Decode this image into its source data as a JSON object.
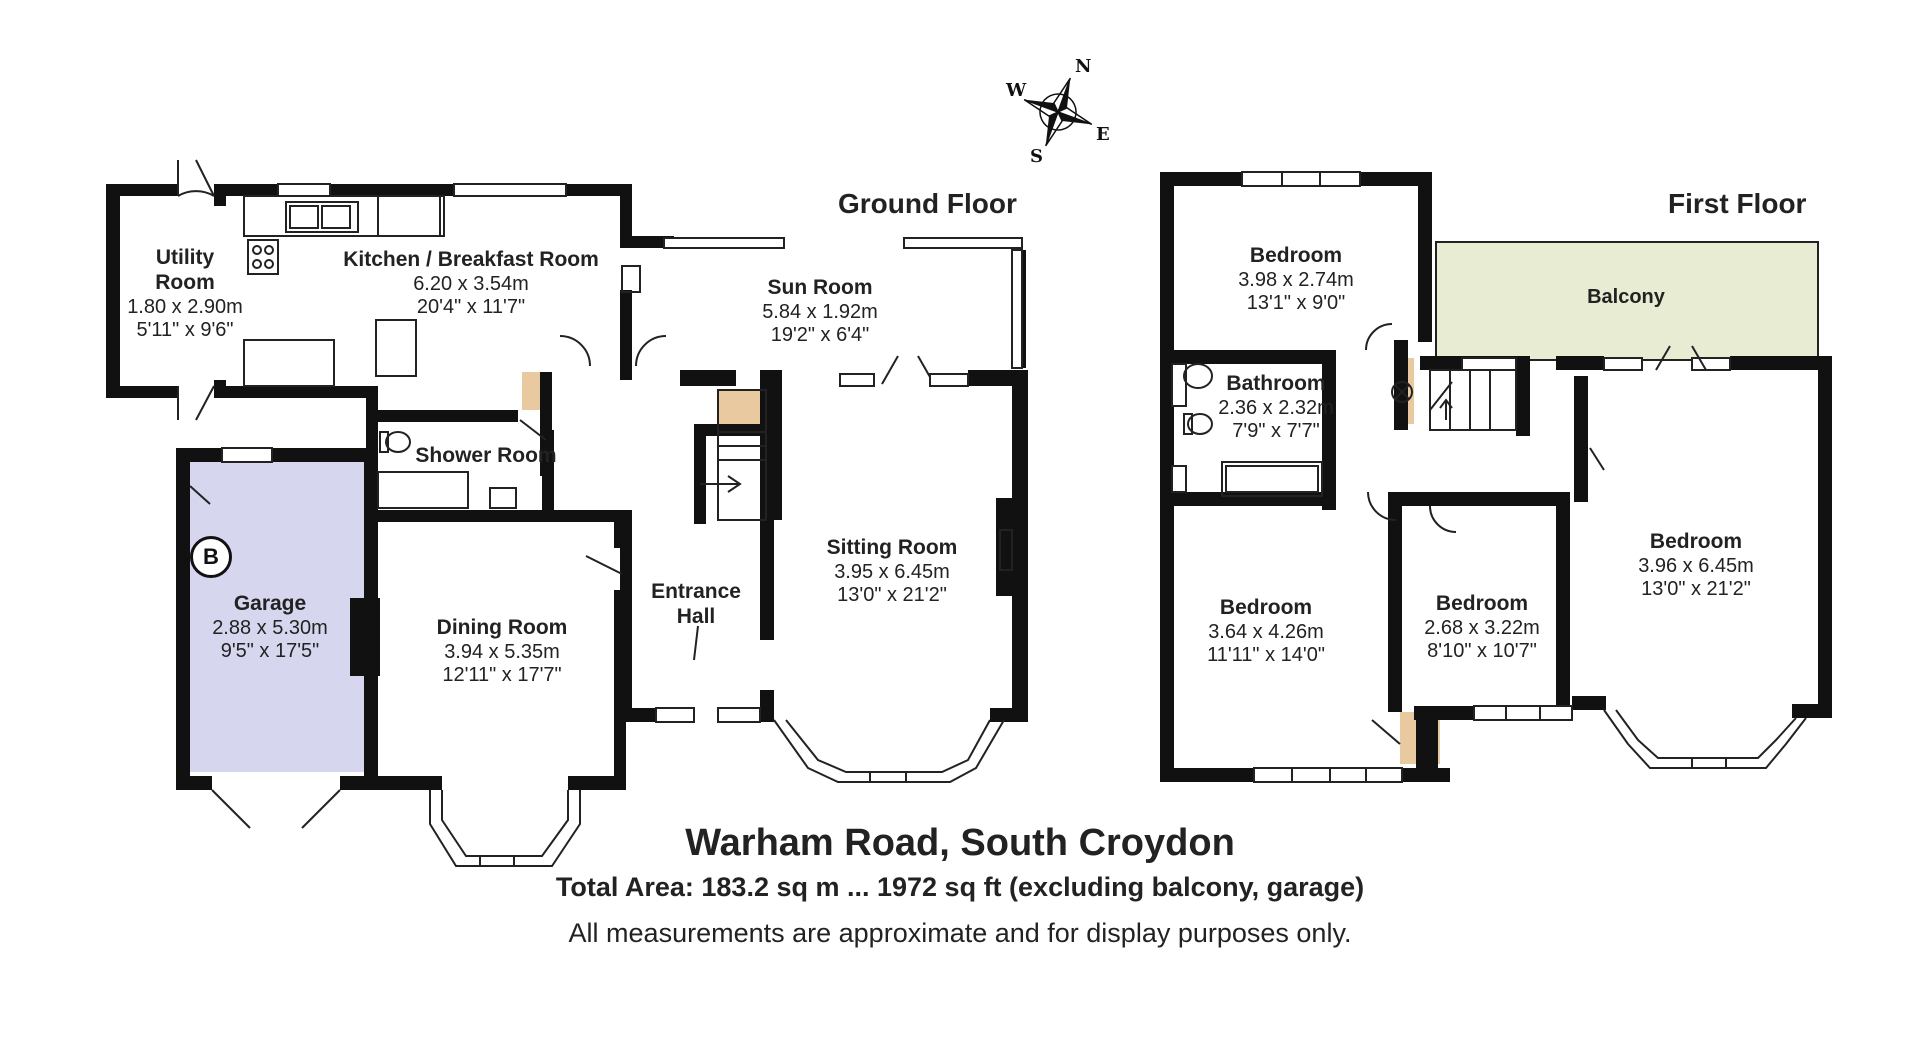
{
  "floors": {
    "ground": "Ground Floor",
    "first": "First Floor"
  },
  "rooms": {
    "utility": {
      "name_line1": "Utility",
      "name_line2": "Room",
      "metric": "1.80 x 2.90m",
      "imperial": "5'11\" x 9'6\""
    },
    "kitchen": {
      "name": "Kitchen / Breakfast Room",
      "metric": "6.20 x 3.54m",
      "imperial": "20'4\" x 11'7\""
    },
    "sun": {
      "name": "Sun Room",
      "metric": "5.84 x 1.92m",
      "imperial": "19'2\" x 6'4\""
    },
    "shower": {
      "name": "Shower Room"
    },
    "garage": {
      "name": "Garage",
      "metric": "2.88 x 5.30m",
      "imperial": "9'5\" x 17'5\""
    },
    "dining": {
      "name": "Dining Room",
      "metric": "3.94 x 5.35m",
      "imperial": "12'11\" x 17'7\""
    },
    "hall": {
      "name_line1": "Entrance",
      "name_line2": "Hall"
    },
    "sitting": {
      "name": "Sitting Room",
      "metric": "3.95 x 6.45m",
      "imperial": "13'0\" x 21'2\""
    },
    "bed_top": {
      "name": "Bedroom",
      "metric": "3.98 x 2.74m",
      "imperial": "13'1\" x 9'0\""
    },
    "bathroom": {
      "name": "Bathroom",
      "metric": "2.36 x 2.32m",
      "imperial": "7'9\" x 7'7\""
    },
    "balcony": {
      "name": "Balcony"
    },
    "bed_left": {
      "name": "Bedroom",
      "metric": "3.64 x 4.26m",
      "imperial": "11'11\" x 14'0\""
    },
    "bed_mid": {
      "name": "Bedroom",
      "metric": "2.68 x 3.22m",
      "imperial": "8'10\" x 10'7\""
    },
    "bed_right": {
      "name": "Bedroom",
      "metric": "3.96 x 6.45m",
      "imperial": "13'0\" x 21'2\""
    }
  },
  "badge": "B",
  "compass": {
    "n": "N",
    "e": "E",
    "s": "S",
    "w": "W"
  },
  "address": "Warham Road, South Croydon",
  "total_area": "Total Area: 183.2 sq m ... 1972 sq ft (excluding balcony, garage)",
  "disclaimer": "All measurements are approximate and for display purposes only.",
  "colors": {
    "wall": "#111111",
    "garage_fill": "#d6d6ee",
    "balcony_fill": "#e8ecd2",
    "cupboard_fill": "#e8c9a0"
  }
}
